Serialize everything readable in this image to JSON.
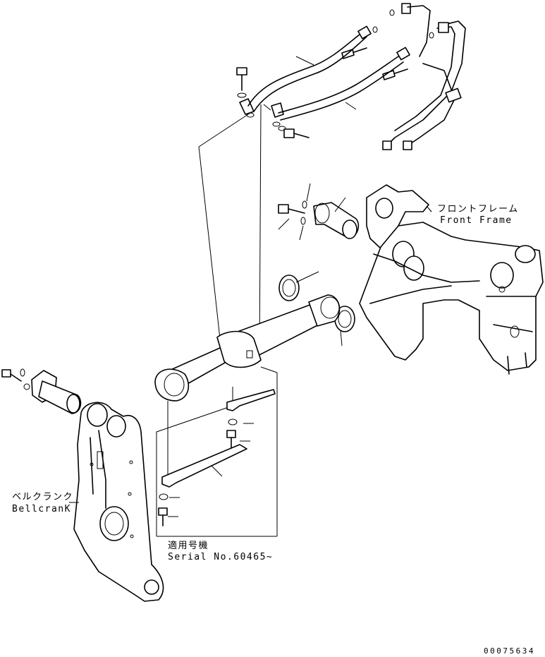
{
  "labels": {
    "front_frame_jp": "フロントフレーム",
    "front_frame_en": "Front Frame",
    "bellcrank_jp": "ベルクランク",
    "bellcrank_en": "BellcranK",
    "serial_jp": "適用号機",
    "serial_en": "Serial No.60465~"
  },
  "doc_id": "00075634"
}
